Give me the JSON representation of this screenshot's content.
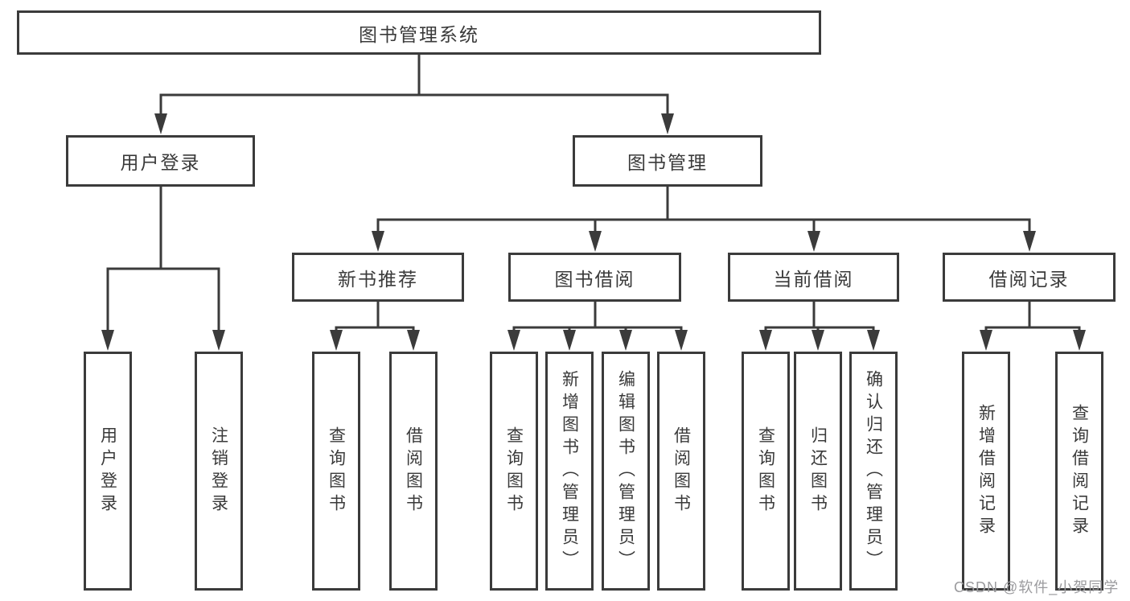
{
  "diagram_title": "图书管理系统",
  "tree": {
    "root": {
      "label": "图书管理系统",
      "children": [
        {
          "label": "用户登录",
          "children": [
            {
              "label": "用户登录"
            },
            {
              "label": "注销登录"
            }
          ]
        },
        {
          "label": "图书管理",
          "children": [
            {
              "label": "新书推荐",
              "children": [
                {
                  "label": "查询图书"
                },
                {
                  "label": "借阅图书"
                }
              ]
            },
            {
              "label": "图书借阅",
              "children": [
                {
                  "label": "查询图书"
                },
                {
                  "label": "新增图书（管理员）"
                },
                {
                  "label": "编辑图书（管理员）"
                },
                {
                  "label": "借阅图书"
                }
              ]
            },
            {
              "label": "当前借阅",
              "children": [
                {
                  "label": "查询图书"
                },
                {
                  "label": "归还图书"
                },
                {
                  "label": "确认归还（管理员）"
                }
              ]
            },
            {
              "label": "借阅记录",
              "children": [
                {
                  "label": "新增借阅记录"
                },
                {
                  "label": "查询借阅记录"
                }
              ]
            }
          ]
        }
      ]
    }
  },
  "watermark": "CSDN @软件_小贺同学",
  "colors": {
    "line": "#3b3b3b",
    "box_border": "#3b3b3b",
    "box_background": "#ffffff",
    "text": "#3a3a3a",
    "watermark_text": "#9b9b9e",
    "page_background": "#ffffff"
  }
}
